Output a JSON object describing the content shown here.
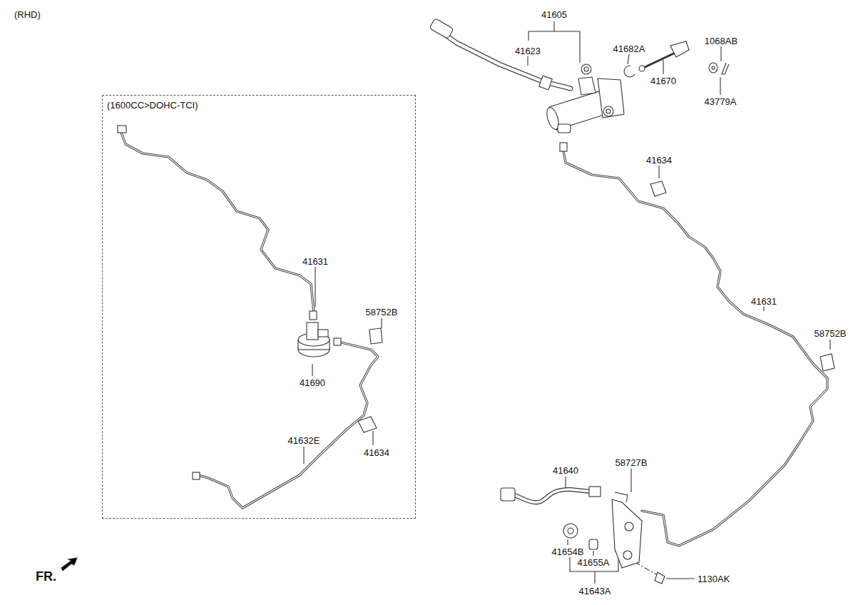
{
  "diagram": {
    "nodes": [
      {
        "text": [
          "(1600CC>DOHC-TCI)"
        ]
      }
    ],
    "labels": [
      "(RHD)",
      "41605",
      "41623",
      "41682A",
      "1068AB",
      "41670",
      "43779A",
      "41634",
      "41631",
      "41631",
      "58752B",
      "58752B",
      "41690",
      "41632E",
      "41634",
      "41640",
      "58727B",
      "41654B",
      "41655A",
      "1130AK",
      "FR.",
      "41643A"
    ]
  }
}
